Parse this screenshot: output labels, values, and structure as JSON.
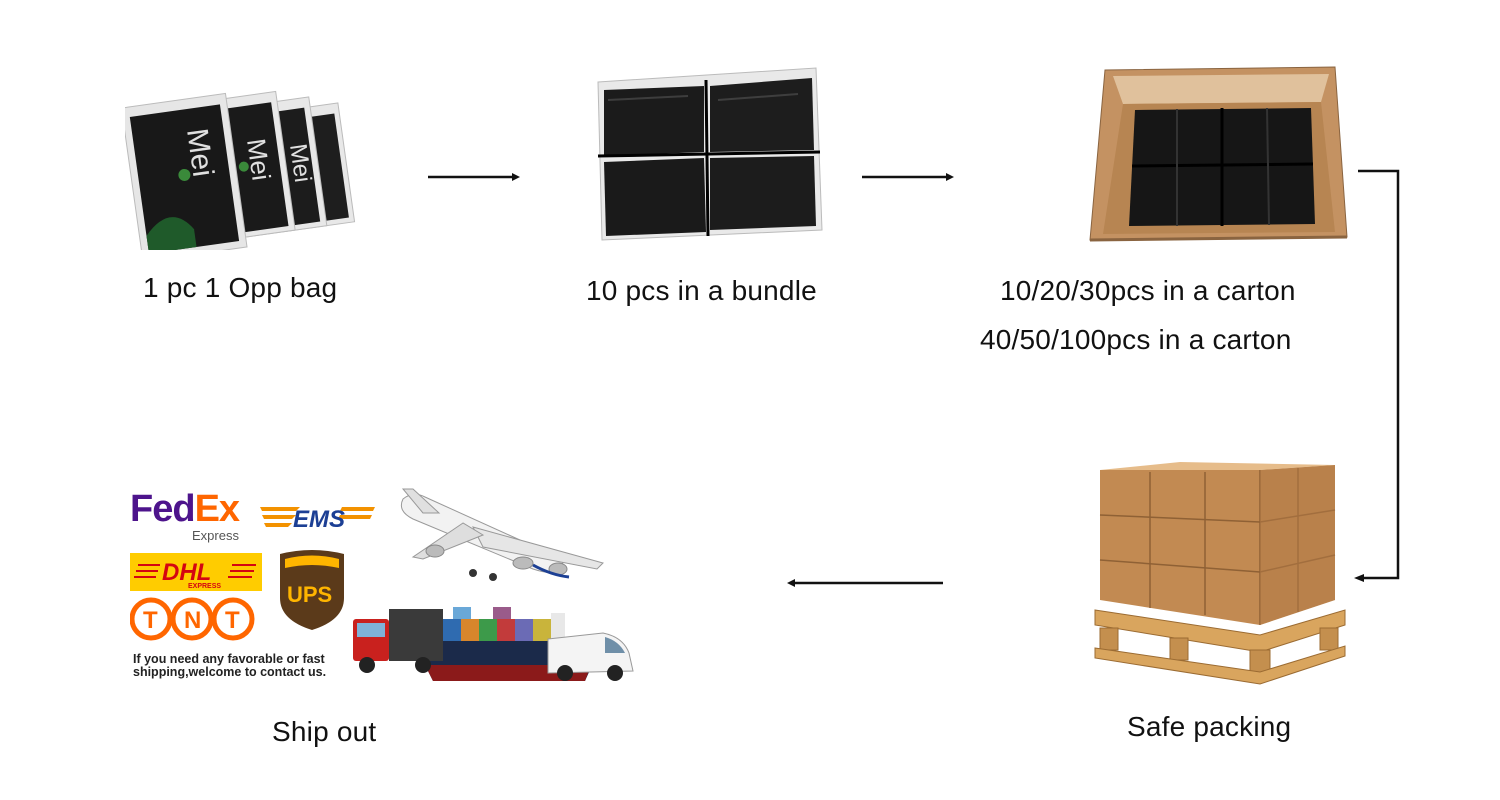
{
  "steps": [
    {
      "id": "opp-bag",
      "caption": "1 pc 1 Opp bag",
      "bag_brand": "Mei"
    },
    {
      "id": "bundle",
      "caption": "10 pcs in a bundle"
    },
    {
      "id": "carton",
      "caption_line1": "10/20/30pcs in a carton",
      "caption_line2": "40/50/100pcs in a carton"
    },
    {
      "id": "pallet",
      "caption": "Safe packing"
    },
    {
      "id": "ship",
      "caption": "Ship out"
    }
  ],
  "couriers": {
    "fedex_fed": "Fed",
    "fedex_ex": "Ex",
    "fedex_sub": "Express",
    "ems": "EMS",
    "dhl": "DHL",
    "dhl_sub": "EXPRESS",
    "tnt": [
      "T",
      "N",
      "T"
    ],
    "ups": "UPS",
    "note_line1": "If you need any favorable or fast",
    "note_line2": "shipping,welcome to contact us."
  },
  "colors": {
    "fedex_purple": "#4d148c",
    "fedex_orange": "#ff6600",
    "ems_blue": "#1c3f94",
    "ems_orange": "#f39200",
    "dhl_yellow": "#ffcc00",
    "dhl_red": "#d40511",
    "tnt_orange": "#ff6600",
    "ups_brown": "#5b3a1a",
    "ups_gold": "#ffb500",
    "carton": "#c9945e",
    "pallet": "#d9a55e"
  }
}
